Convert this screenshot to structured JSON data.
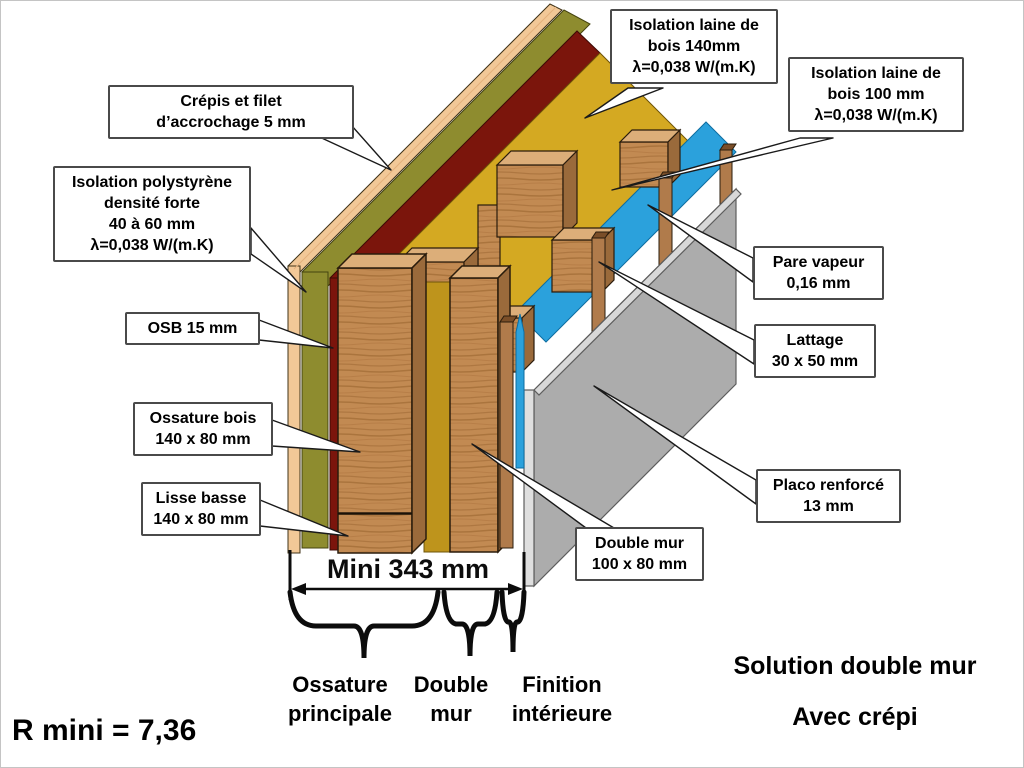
{
  "callouts": {
    "crepis": {
      "lines": [
        "Crépis et filet",
        "d’accrochage 5 mm"
      ]
    },
    "laine140": {
      "lines": [
        "Isolation laine de",
        "bois 140mm",
        "λ=0,038 W/(m.K)"
      ]
    },
    "laine100": {
      "lines": [
        "Isolation laine de",
        "bois  100  mm",
        "λ=0,038 W/(m.K)"
      ]
    },
    "polystyrene": {
      "lines": [
        "Isolation polystyrène",
        "densité forte",
        "40 à 60 mm",
        "λ=0,038 W/(m.K)"
      ]
    },
    "osb": {
      "lines": [
        "OSB 15 mm"
      ]
    },
    "ossature": {
      "lines": [
        "Ossature bois",
        "140 x 80 mm"
      ]
    },
    "lisse": {
      "lines": [
        "Lisse basse",
        "140 x 80 mm"
      ]
    },
    "pare_vapeur": {
      "lines": [
        "Pare vapeur",
        "0,16 mm"
      ]
    },
    "lattage": {
      "lines": [
        "Lattage",
        "30 x 50 mm"
      ]
    },
    "placo": {
      "lines": [
        "Placo renforcé",
        "13 mm"
      ]
    },
    "double_mur": {
      "lines": [
        "Double mur",
        "100 x 80 mm"
      ]
    }
  },
  "dimension": {
    "label": "Mini  343 mm"
  },
  "zones": {
    "ossature": {
      "lines": [
        "Ossature",
        "principale"
      ]
    },
    "double_mur": {
      "lines": [
        "Double",
        "mur"
      ]
    },
    "finition": {
      "lines": [
        "Finition",
        "intérieure"
      ]
    }
  },
  "footer": {
    "solution_line1": "Solution double mur",
    "solution_line2": "Avec crépi",
    "r_value": "R mini = 7,36"
  },
  "colors": {
    "crepis": "#F2C897",
    "polystyrene": "#8E8C2F",
    "osb": "#7B150C",
    "insulation": "#D4A922",
    "insulation_front": "#BE941C",
    "wood_top": "#DCAE79",
    "wood_side": "#9A6A3B",
    "wood_batten": "#B07B4B",
    "batten_cap": "#7A4E28",
    "vapor_barrier": "#2BA1DC",
    "placo": "#ACACAC",
    "placo_edge": "#DFDFDF",
    "placo_top": "#D8D8D8"
  }
}
